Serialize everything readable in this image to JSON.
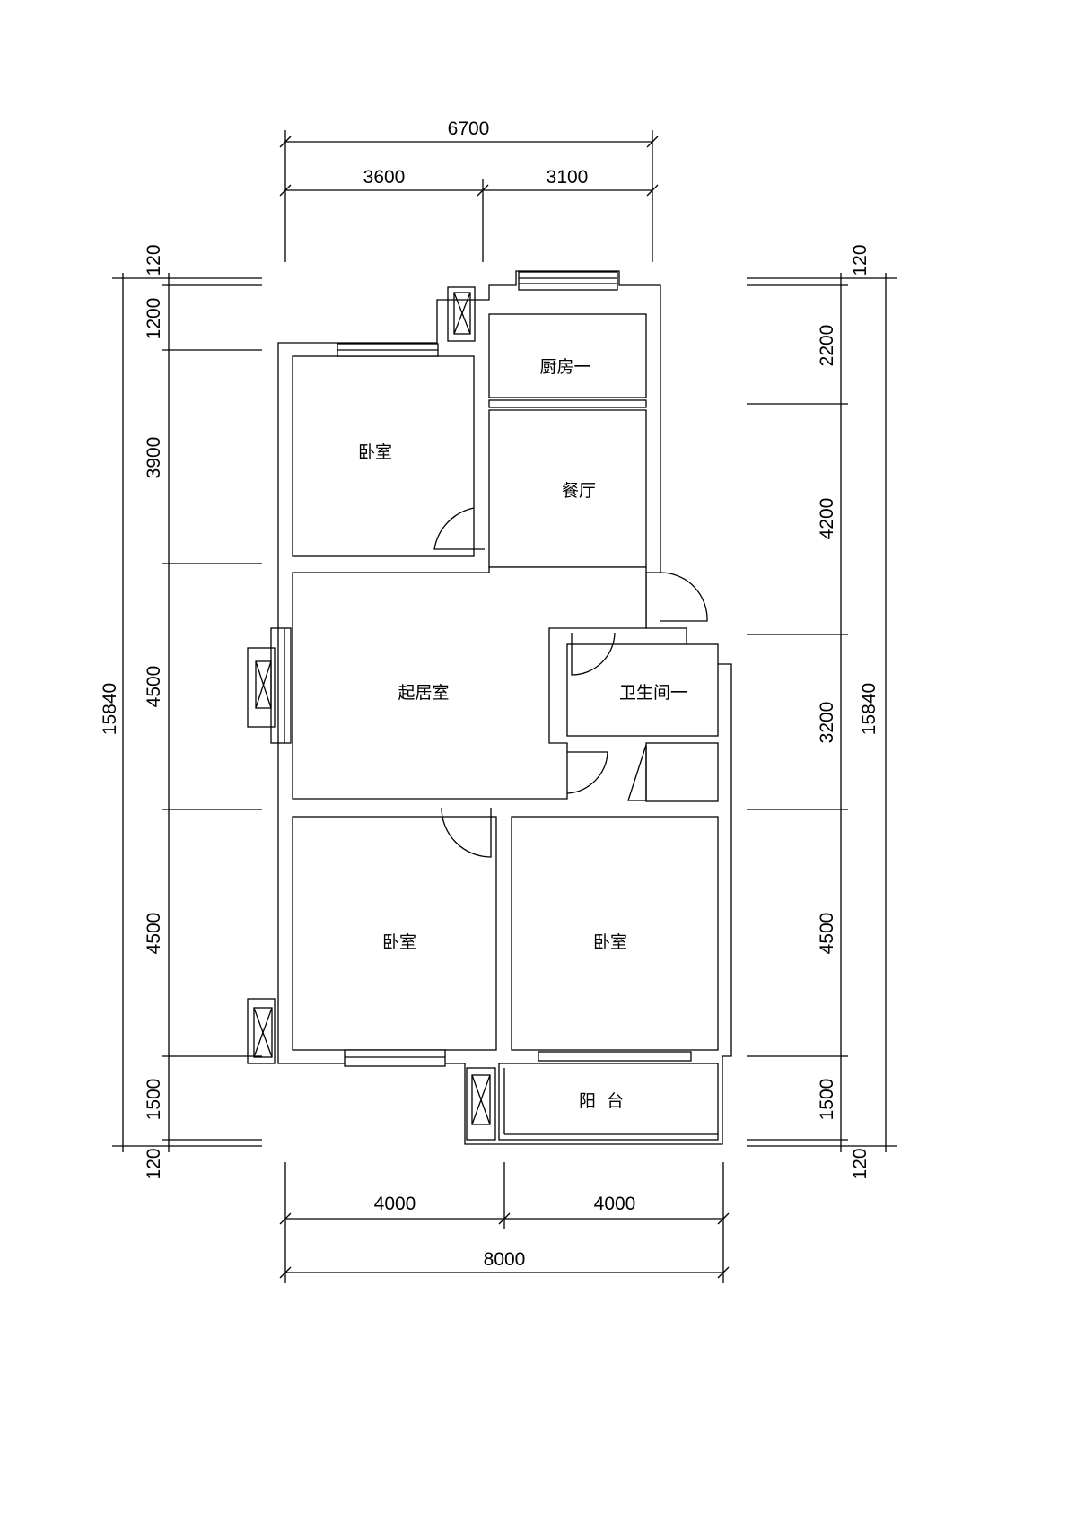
{
  "top_dims": {
    "total": "6700",
    "left": "3600",
    "right": "3100"
  },
  "bottom_dims": {
    "left": "4000",
    "right": "4000",
    "total": "8000"
  },
  "left_dims": {
    "top_wall": "120",
    "d1": "1200",
    "d2": "3900",
    "d3": "4500",
    "d4": "4500",
    "d5": "1500",
    "bottom_wall": "120",
    "total": "15840"
  },
  "right_dims": {
    "top_wall": "120",
    "d1": "2200",
    "d2": "4200",
    "d3": "3200",
    "d4": "4500",
    "d5": "1500",
    "bottom_wall": "120",
    "total": "15840"
  },
  "rooms": {
    "bedroom_nw": "卧室",
    "kitchen": "厨房一",
    "dining": "餐厅",
    "living": "起居室",
    "bathroom": "卫生间一",
    "bedroom_sw": "卧室",
    "bedroom_se": "卧室",
    "balcony": "阳  台"
  }
}
